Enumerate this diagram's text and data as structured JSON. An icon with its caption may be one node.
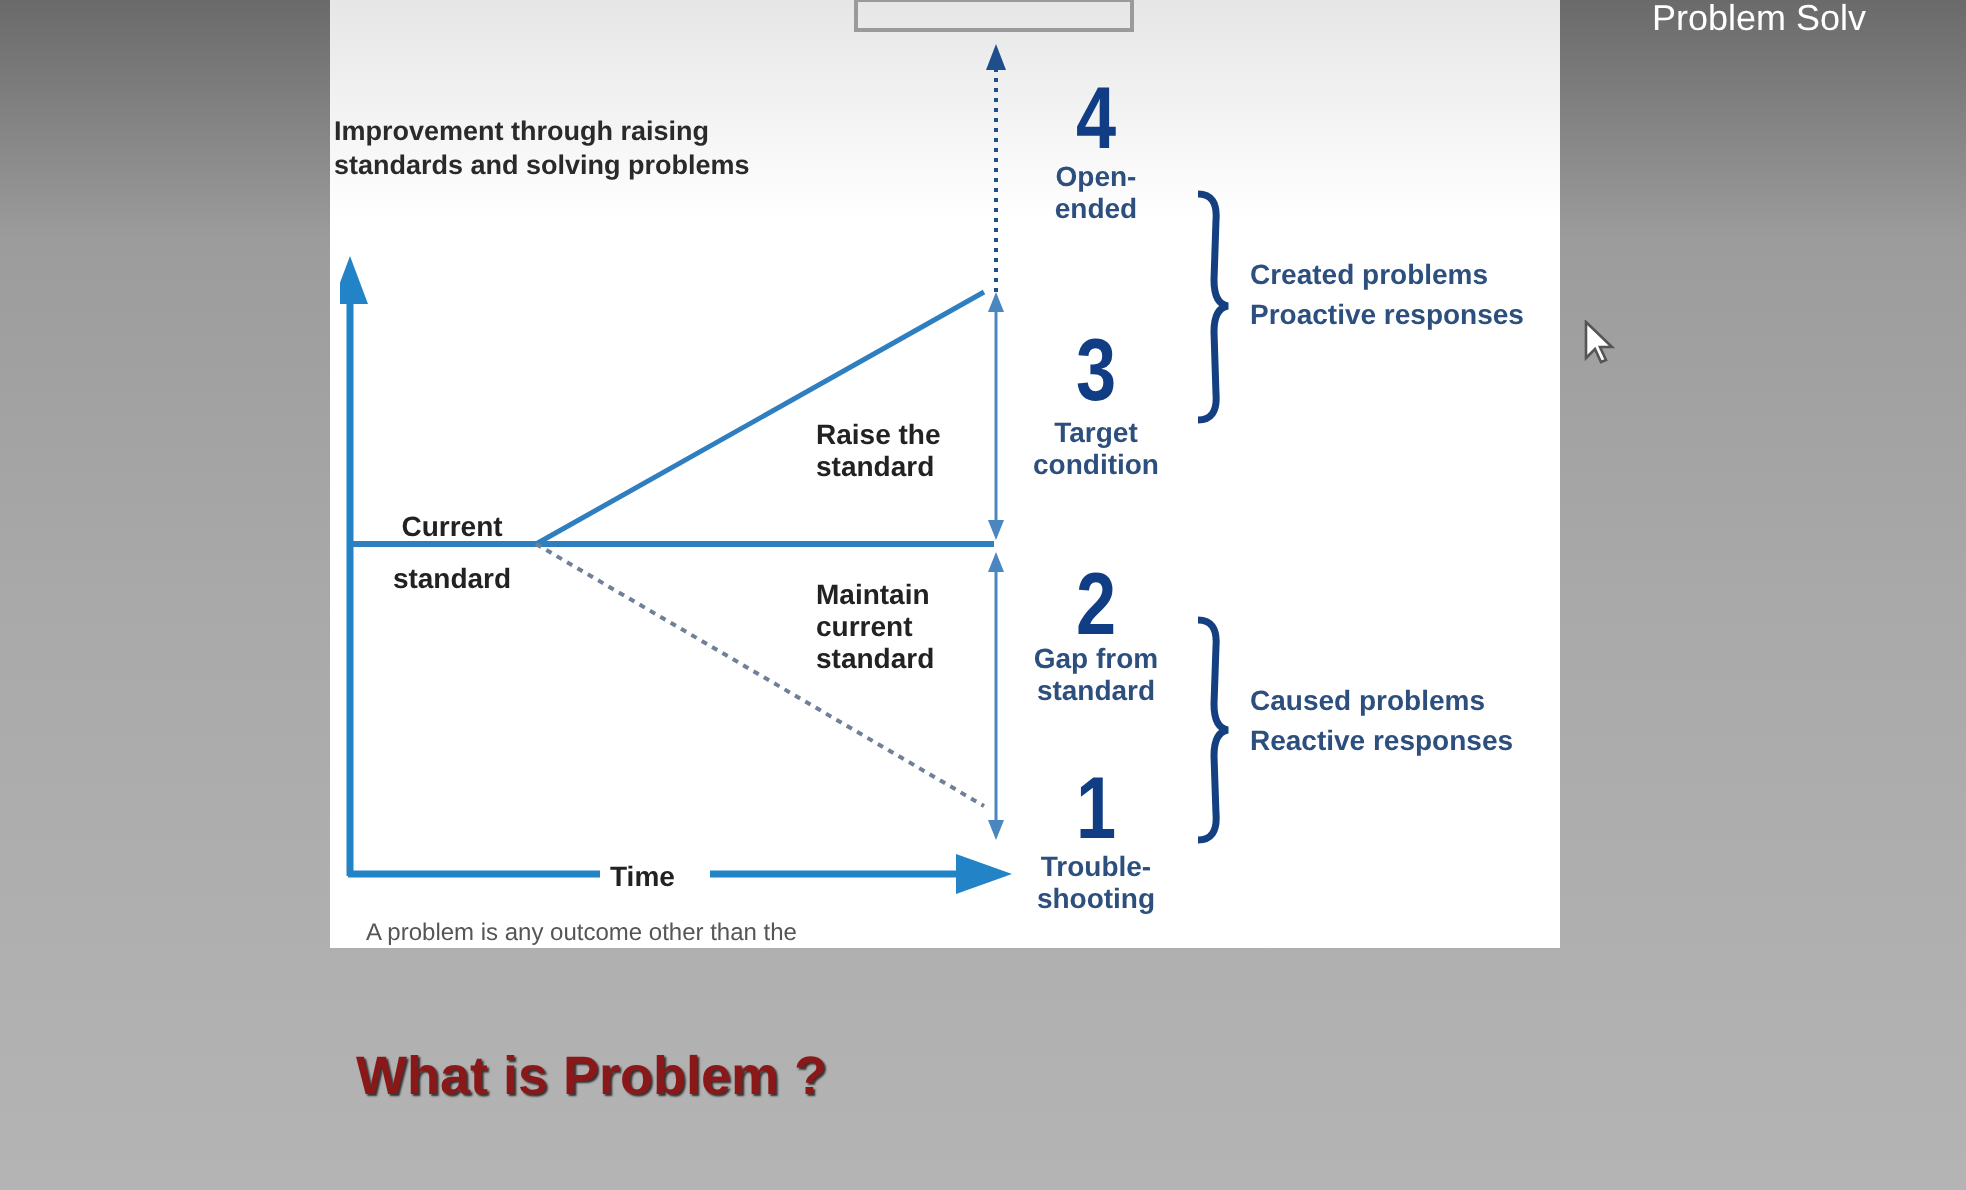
{
  "diagram": {
    "title": "Improvement through raising standards and solving problems",
    "caption": "What is Problem ?",
    "labels": [
      "Problem Solv",
      "4",
      "Open-ended",
      "Created problems",
      "Proactive responses",
      "3",
      "Raise the standard",
      "Target condition",
      "Current standard",
      "Maintain current standard",
      "2",
      "Gap from standard",
      "Caused problems",
      "Reactive responses",
      "1",
      "Time",
      "Trouble-shooting",
      "A problem is any outcome other than the"
    ]
  }
}
